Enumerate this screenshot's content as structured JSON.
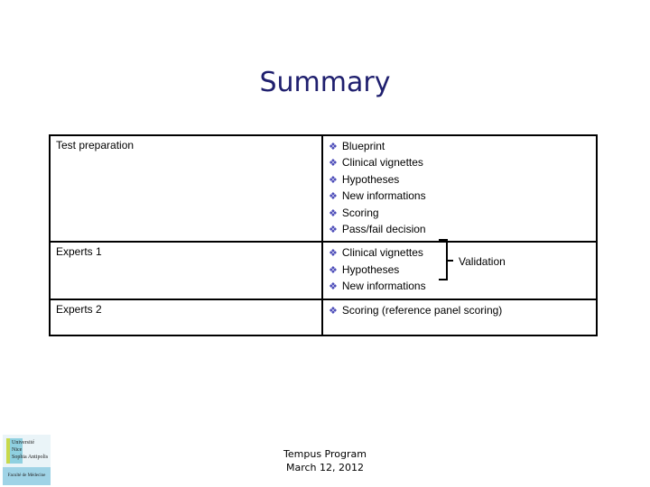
{
  "title": "Summary",
  "rows": [
    {
      "label": "Test preparation",
      "items": [
        "Blueprint",
        "Clinical vignettes",
        "Hypotheses",
        "New informations",
        "Scoring",
        "Pass/fail decision"
      ]
    },
    {
      "label": "Experts 1",
      "items": [
        "Clinical vignettes",
        "Hypotheses",
        "New informations"
      ],
      "bracket_label": "Validation"
    },
    {
      "label": "Experts 2",
      "items": [
        "Scoring (reference panel scoring)"
      ]
    }
  ],
  "bullet_icon": "diamond-bullet-icon",
  "bullet_color": "#4a4ab8",
  "footer": {
    "line1": "Tempus Program",
    "line2": "March 12, 2012"
  },
  "logo": {
    "line1": "Université",
    "line2": "Nice",
    "line3": "Sophia Antipolis",
    "line4": "Faculté de Médecine"
  }
}
